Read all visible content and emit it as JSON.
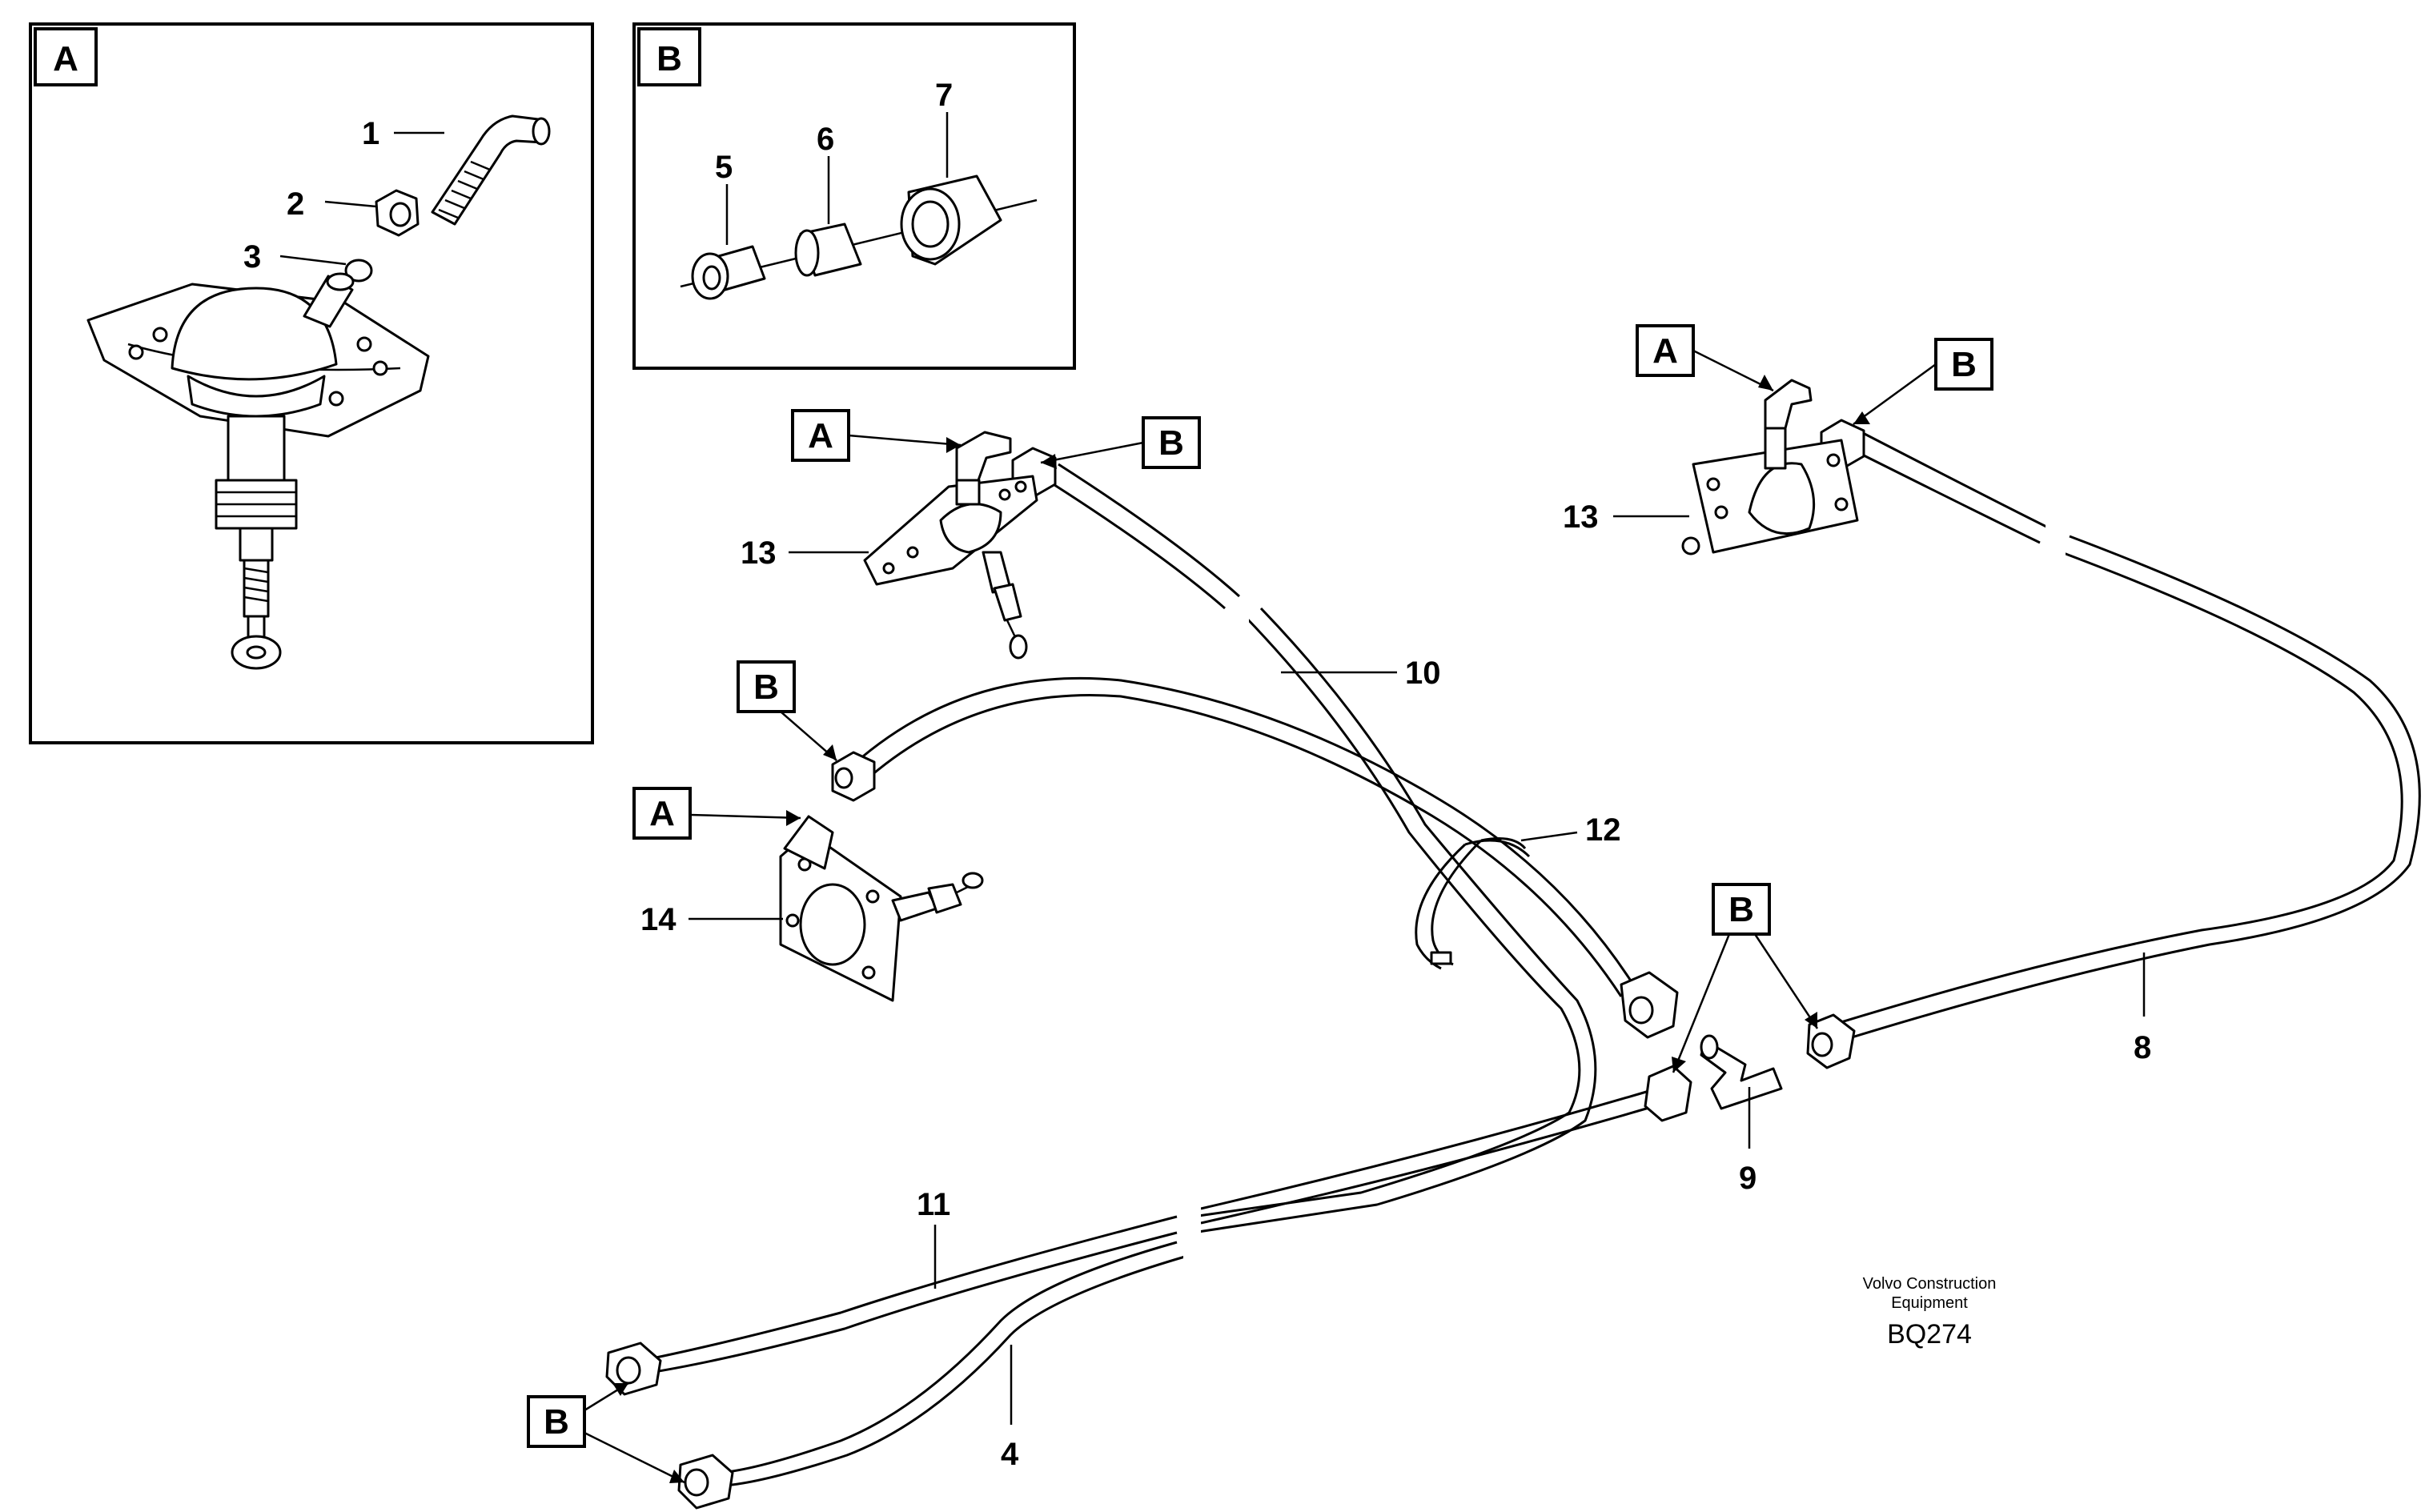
{
  "detail_a": {
    "letter": "A",
    "callouts": [
      "1",
      "2",
      "3"
    ]
  },
  "detail_b": {
    "letter": "B",
    "callouts": [
      "5",
      "6",
      "7"
    ]
  },
  "main_callouts": {
    "hose_10": "10",
    "clamp_12": "12",
    "valve_13_left": "13",
    "valve_13_right": "13",
    "valve_14": "14",
    "hose_11": "11",
    "hose_4": "4",
    "hose_8": "8",
    "tee_9": "9"
  },
  "detail_tags": {
    "a_tag": "A",
    "b_tag": "B"
  },
  "credit": {
    "line1": "Volvo Construction",
    "line2": "Equipment",
    "code": "BQ274"
  }
}
